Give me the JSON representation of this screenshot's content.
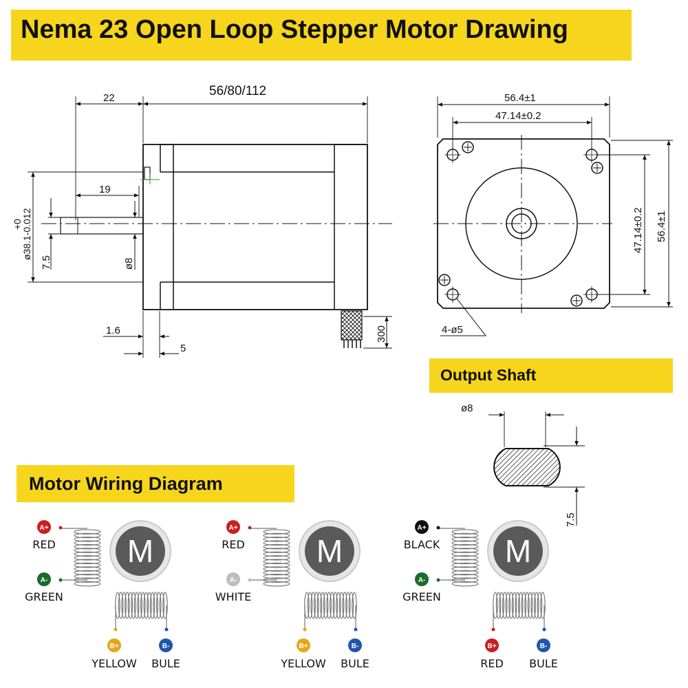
{
  "title": "Nema 23 Open Loop Stepper Motor Drawing",
  "output_shaft_title": "Output Shaft",
  "wiring_title": "Motor Wiring Diagram",
  "side_view": {
    "dim_length": "56/80/112",
    "dim_22": "22",
    "dim_19": "19",
    "dim_flange_dia": "ø38.1-0.012",
    "dim_flange_tol": "+0",
    "dim_75": "7.5",
    "dim_shaft": "ø8",
    "dim_16": "1.6",
    "dim_5": "5",
    "dim_300": "300"
  },
  "front_view": {
    "dim_width": "56.4±1",
    "dim_holes": "47.14±0.2",
    "dim_holes_v": "47.14±0.2",
    "dim_height": "56.4±1",
    "dim_holes_dia": "4-ø5"
  },
  "output_shaft": {
    "dim_dia": "ø8",
    "dim_flat": "7.5"
  },
  "wiring": [
    {
      "motor_label": "M",
      "a_plus": {
        "badge": "A+",
        "label": "RED",
        "color": "#c8201e"
      },
      "a_minus": {
        "badge": "A-",
        "label": "GREEN",
        "color": "#1b6b2a"
      },
      "b_plus": {
        "badge": "B+",
        "label": "YELLOW",
        "color": "#e8a51a"
      },
      "b_minus": {
        "badge": "B-",
        "label": "BULE",
        "color": "#1f56a8"
      }
    },
    {
      "motor_label": "M",
      "a_plus": {
        "badge": "A+",
        "label": "RED",
        "color": "#c8201e"
      },
      "a_minus": {
        "badge": "A-",
        "label": "WHITE",
        "color": "#bdbdbd"
      },
      "b_plus": {
        "badge": "B+",
        "label": "YELLOW",
        "color": "#e8a51a"
      },
      "b_minus": {
        "badge": "B-",
        "label": "BULE",
        "color": "#1f56a8"
      }
    },
    {
      "motor_label": "M",
      "a_plus": {
        "badge": "A+",
        "label": "BLACK",
        "color": "#111111"
      },
      "a_minus": {
        "badge": "A-",
        "label": "GREEN",
        "color": "#1b6b2a"
      },
      "b_plus": {
        "badge": "B+",
        "label": "RED",
        "color": "#c8201e"
      },
      "b_minus": {
        "badge": "B-",
        "label": "BULE",
        "color": "#1f56a8"
      }
    }
  ]
}
